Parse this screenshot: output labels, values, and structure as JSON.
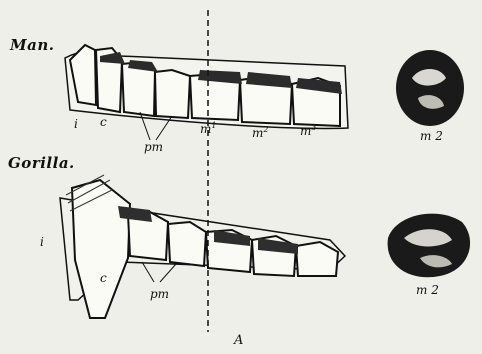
{
  "man": {
    "title": "Man.",
    "labels": {
      "i": "i",
      "c": "c",
      "pm": "pm",
      "m1_base": "m",
      "m1_sup": "1",
      "m2_base": "m",
      "m2_sup": "2",
      "m3_base": "m",
      "m3_sup": "3"
    },
    "crown_label": "m 2"
  },
  "gorilla": {
    "title": "Gorilla.",
    "labels": {
      "i": "i",
      "c": "c",
      "pm": "pm"
    },
    "crown_label": "m 2"
  },
  "caption": "A"
}
